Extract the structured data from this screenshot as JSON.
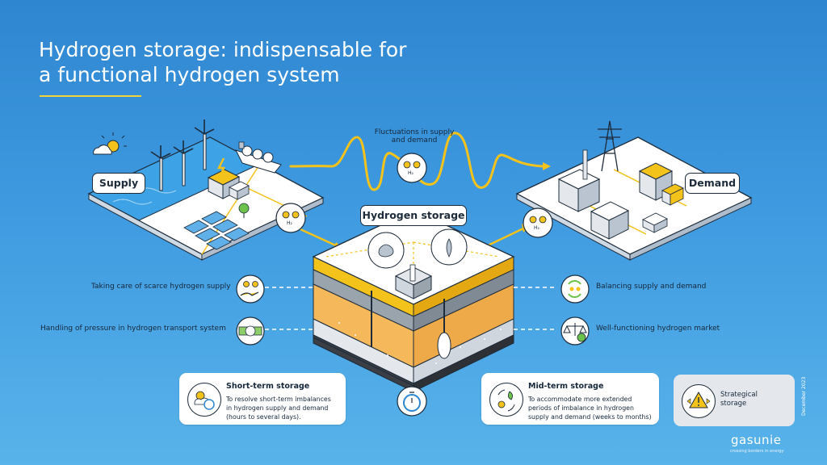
{
  "header": {
    "title_line1": "Hydrogen storage: indispensable for",
    "title_line2": "a functional hydrogen system"
  },
  "labels": {
    "supply": "Supply",
    "demand": "Demand",
    "hydrogen_storage": "Hydrogen storage",
    "fluctuations_line1": "Fluctuations in supply",
    "fluctuations_line2": "and demand",
    "h2": "H₂"
  },
  "functions": {
    "scarce_supply": "Taking care of scarce hydrogen supply",
    "pressure": "Handling of pressure in hydrogen transport system",
    "balancing": "Balancing supply and demand",
    "market": "Well-functioning hydrogen market"
  },
  "cards": {
    "short_term": {
      "title": "Short-term storage",
      "line1": "To resolve short-term imbalances",
      "line2": "in hydrogen supply and demand",
      "line3": "(hours to several days)."
    },
    "mid_term": {
      "title": "Mid-term storage",
      "line1": "To accommodate more extended",
      "line2": "periods of imbalance in hydrogen",
      "line3": "supply and demand  (weeks to months)"
    },
    "strategic": {
      "line1": "Strategical",
      "line2": "storage"
    }
  },
  "footer": {
    "date": "December 2023",
    "brand": "gasunie",
    "tagline": "crossing borders in energy"
  },
  "colors": {
    "background_top": "#2e86d0",
    "background_bottom": "#58b3ea",
    "accent_yellow": "#f3c21b",
    "ink": "#1d2b3a",
    "ground_orange": "#f5b95c"
  },
  "icons": {
    "weather": "sun-cloud-icon",
    "h2_molecule": "h2-molecule-icon",
    "stopwatch": "stopwatch-icon",
    "scale": "balance-scale-icon",
    "recycle": "cycle-arrows-icon",
    "warning": "warning-triangle-icon"
  }
}
